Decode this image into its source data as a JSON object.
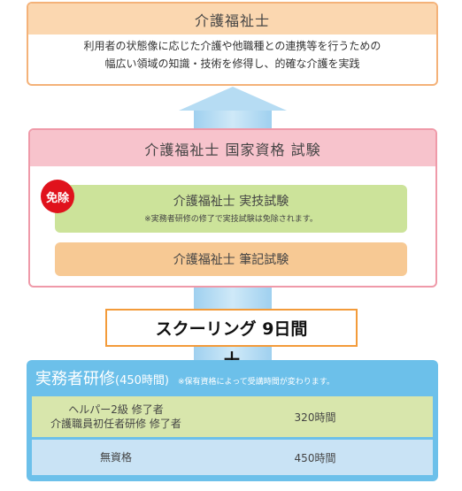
{
  "top_box": {
    "title": "介護福祉士",
    "description_lines": [
      "利用者の状態像に応じた介護や他職種との連携等を行うための",
      "幅広い領域の知識・技術を修得し、的確な介護を実践"
    ]
  },
  "exam": {
    "title": "介護福祉士 国家資格 試験",
    "exempt_badge": "免除",
    "practical_title": "介護福祉士 実技試験",
    "practical_note": "※実務者研修の修了で実技試験は免除されます。",
    "written_title": "介護福祉士 筆記試験"
  },
  "schooling": {
    "label": "スクーリング 9日間"
  },
  "plus": "＋",
  "training": {
    "title": "実務者研修",
    "hours": "(450時間)",
    "note": "※保有資格によって受講時間が変わります。",
    "rows": [
      {
        "label_lines": [
          "ヘルパー2級 修了者",
          "介護職員初任者研修 修了者"
        ],
        "value": "320時間"
      },
      {
        "label_lines": [
          "無資格"
        ],
        "value": "450時間"
      }
    ]
  },
  "colors": {
    "top_header": "#fbd7b0",
    "exam_header": "#f7c3cc",
    "practical_bg": "#cce39a",
    "written_bg": "#f7c994",
    "badge": "#e0121c",
    "schooling_border": "#f39b3a",
    "training_bg": "#6cc0ea",
    "arrow": "#b6dcf3"
  }
}
